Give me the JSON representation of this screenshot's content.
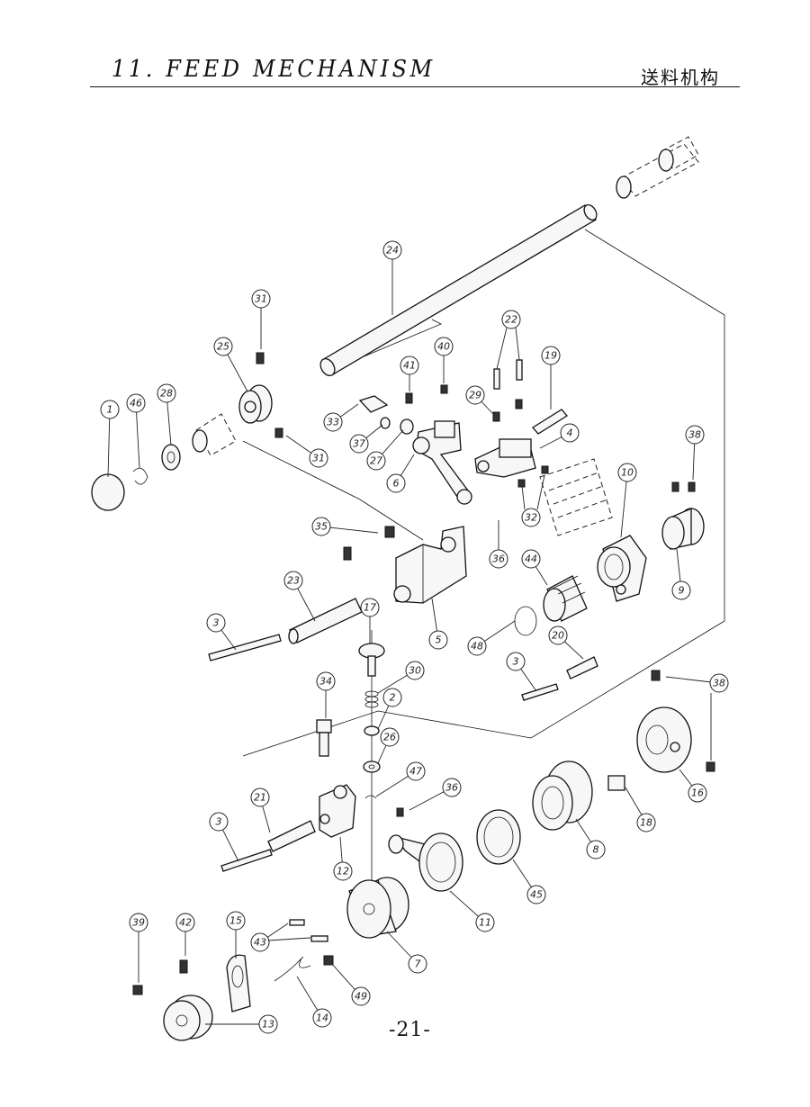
{
  "header": {
    "title": "11. FEED MECHANISM",
    "title_cn": "送料机构"
  },
  "footer": {
    "page_number": "-21-"
  },
  "callouts": [
    {
      "label": "1"
    },
    {
      "label": "2"
    },
    {
      "label": "3"
    },
    {
      "label": "3"
    },
    {
      "label": "3"
    },
    {
      "label": "4"
    },
    {
      "label": "5"
    },
    {
      "label": "6"
    },
    {
      "label": "7"
    },
    {
      "label": "8"
    },
    {
      "label": "9"
    },
    {
      "label": "10"
    },
    {
      "label": "11"
    },
    {
      "label": "12"
    },
    {
      "label": "13"
    },
    {
      "label": "14"
    },
    {
      "label": "15"
    },
    {
      "label": "16"
    },
    {
      "label": "17"
    },
    {
      "label": "18"
    },
    {
      "label": "19"
    },
    {
      "label": "20"
    },
    {
      "label": "21"
    },
    {
      "label": "22"
    },
    {
      "label": "23"
    },
    {
      "label": "24"
    },
    {
      "label": "25"
    },
    {
      "label": "26"
    },
    {
      "label": "27"
    },
    {
      "label": "28"
    },
    {
      "label": "29"
    },
    {
      "label": "30"
    },
    {
      "label": "31"
    },
    {
      "label": "31"
    },
    {
      "label": "32"
    },
    {
      "label": "33"
    },
    {
      "label": "34"
    },
    {
      "label": "35"
    },
    {
      "label": "36"
    },
    {
      "label": "36"
    },
    {
      "label": "37"
    },
    {
      "label": "38"
    },
    {
      "label": "38"
    },
    {
      "label": "39"
    },
    {
      "label": "40"
    },
    {
      "label": "41"
    },
    {
      "label": "42"
    },
    {
      "label": "43"
    },
    {
      "label": "44"
    },
    {
      "label": "45"
    },
    {
      "label": "46"
    },
    {
      "label": "47"
    },
    {
      "label": "48"
    },
    {
      "label": "49"
    }
  ]
}
